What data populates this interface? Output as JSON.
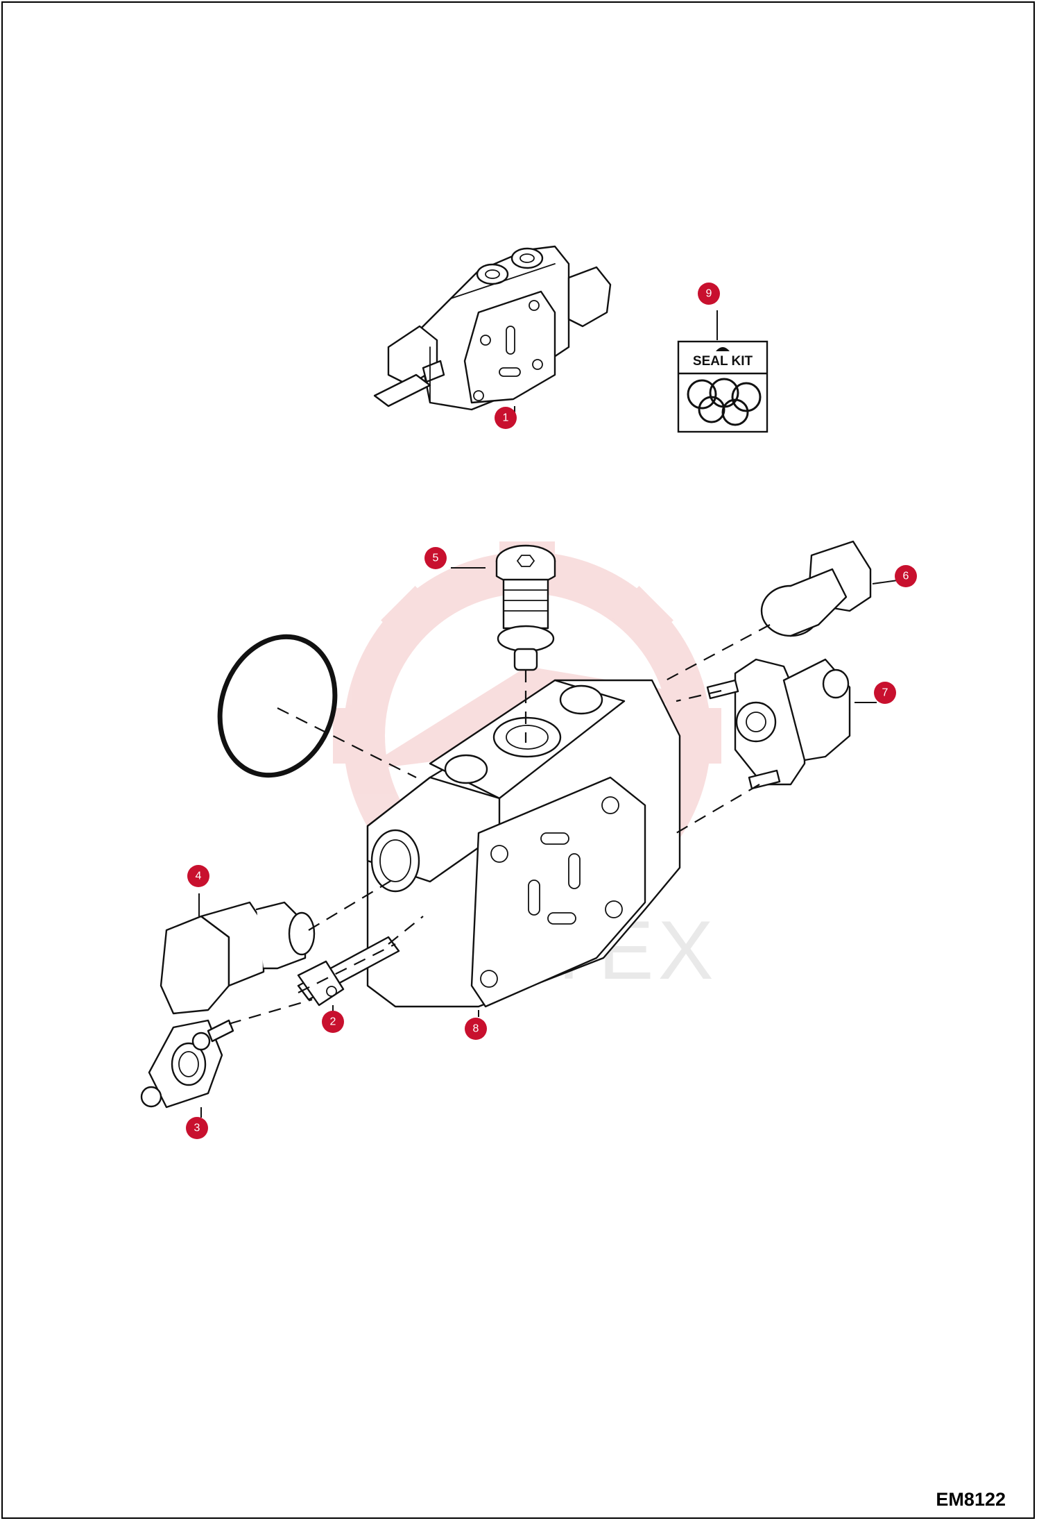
{
  "colors": {
    "accent": "#c8102e",
    "watermark": "#f3c4c4",
    "line": "#111111"
  },
  "seal_kit": {
    "label": "SEAL KIT"
  },
  "callouts": [
    {
      "id": "1",
      "label": "1"
    },
    {
      "id": "2",
      "label": "2"
    },
    {
      "id": "3",
      "label": "3"
    },
    {
      "id": "4",
      "label": "4"
    },
    {
      "id": "5",
      "label": "5"
    },
    {
      "id": "6",
      "label": "6"
    },
    {
      "id": "7",
      "label": "7"
    },
    {
      "id": "8",
      "label": "8"
    },
    {
      "id": "9",
      "label": "9"
    }
  ],
  "watermark": {
    "text": "VIHTEX"
  },
  "drawing_code": "EM8122"
}
